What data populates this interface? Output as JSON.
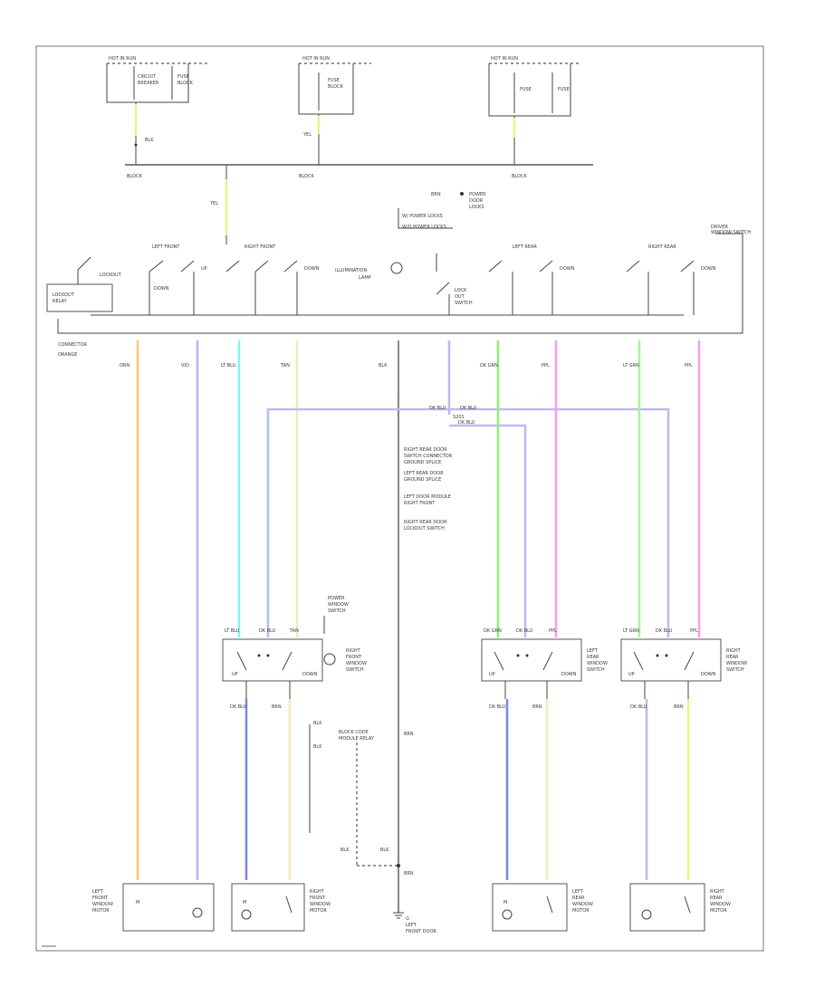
{
  "colors": {
    "orange": "#f5c97a",
    "violet": "#b9b6ef",
    "cyan": "#86f3f3",
    "tan": "#f5e9b8",
    "blue": "#7f88e6",
    "green": "#8ef07a",
    "pink": "#f5a0ef",
    "lightgreen": "#a6f59a",
    "lightblue": "#b7bdf3",
    "yellowgreen": "#eef28a",
    "line": "#444444"
  },
  "icons": [
    "ground-symbol",
    "lamp-symbol",
    "motor-symbol",
    "switch-symbol",
    "splice-dot"
  ]
}
